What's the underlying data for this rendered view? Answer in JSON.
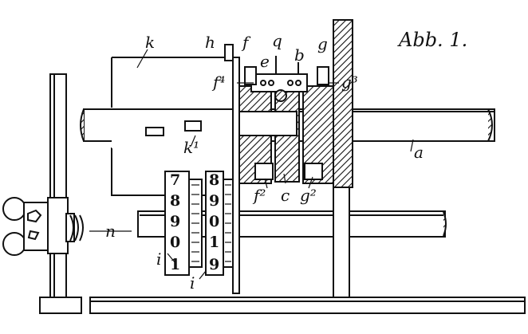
{
  "figure_title": "Abb. 1.",
  "labels": {
    "k": "k",
    "h": "h",
    "f": "f",
    "q": "q",
    "g": "g",
    "f4": "f⁴",
    "e": "e",
    "b": "b",
    "g3": "g³",
    "k1": "k¹",
    "a": "a",
    "f2": "f²",
    "c": "c",
    "g2": "g²",
    "n": "n",
    "i_left": "i",
    "i_right": "i"
  },
  "wheel_left_digits": [
    "7",
    "8",
    "9",
    "0",
    "1"
  ],
  "wheel_right_digits": [
    "8",
    "9",
    "0",
    "1",
    "9"
  ],
  "colors": {
    "ink": "#111111",
    "paper": "#ffffff"
  }
}
